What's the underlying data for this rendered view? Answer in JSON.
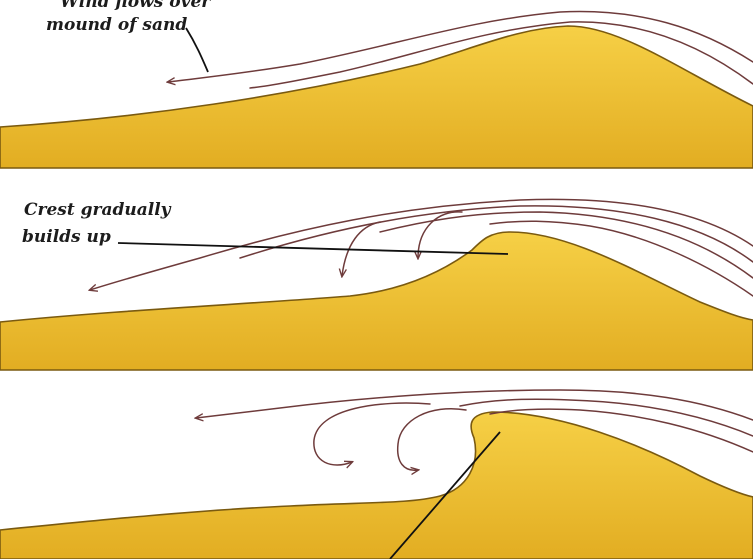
{
  "colors": {
    "sand_light": "#f7d34a",
    "sand_dark": "#e3ac1f",
    "wind_line": "#6e3b3b",
    "leader_line": "#111111"
  },
  "panels": [
    {
      "label_lines": [
        "Wind flows over",
        "mound of sand"
      ]
    },
    {
      "label_lines": [
        "Crest gradually",
        "builds up"
      ]
    },
    {
      "label_lines": []
    }
  ]
}
